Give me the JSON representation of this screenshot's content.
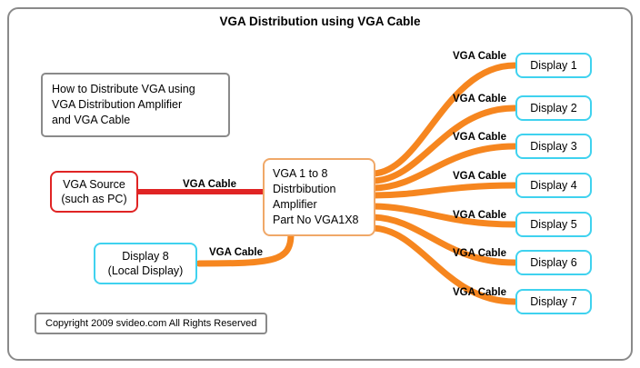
{
  "title": "VGA Distribution using VGA Cable",
  "info_box": {
    "line1": "How to Distribute VGA using",
    "line2": "VGA Distribution Amplifier",
    "line3": "and VGA Cable"
  },
  "source": {
    "line1": "VGA Source",
    "line2": "(such as PC)"
  },
  "amplifier": {
    "line1": "VGA 1 to 8",
    "line2": "Distrbibution",
    "line3": "Amplifier",
    "line4": "Part No VGA1X8"
  },
  "local_display": {
    "line1": "Display 8",
    "line2": "(Local Display)"
  },
  "displays": [
    {
      "label": "Display 1"
    },
    {
      "label": "Display 2"
    },
    {
      "label": "Display 3"
    },
    {
      "label": "Display 4"
    },
    {
      "label": "Display 5"
    },
    {
      "label": "Display 6"
    },
    {
      "label": "Display 7"
    }
  ],
  "cable_label": "VGA Cable",
  "copyright": "Copyright 2009 svideo.com All Rights Reserved",
  "colors": {
    "cable_orange": "#f6861f",
    "cable_red": "#e02424",
    "display_border": "#3fd2ef",
    "amplifier_border": "#f0a868"
  }
}
